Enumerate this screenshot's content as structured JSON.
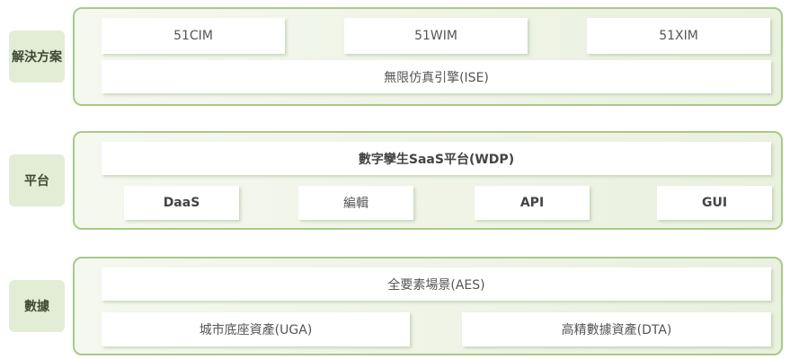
{
  "colors": {
    "panel_border": "#a9c98a",
    "panel_fill": "#eaf1df",
    "label_fill": "#e3edd5"
  },
  "rows": {
    "solutions": {
      "label": "解決方案",
      "items": [
        "51CIM",
        "51WIM",
        "51XIM"
      ],
      "engine": "無限仿真引擎(ISE)"
    },
    "platform": {
      "label": "平台",
      "title": "數字孿生SaaS平台(WDP)",
      "items": [
        "DaaS",
        "編輯",
        "API",
        "GUI"
      ]
    },
    "data": {
      "label": "數據",
      "title": "全要素場景(AES)",
      "items": [
        "城市底座資產(UGA)",
        "高精數據資產(DTA)"
      ]
    }
  }
}
